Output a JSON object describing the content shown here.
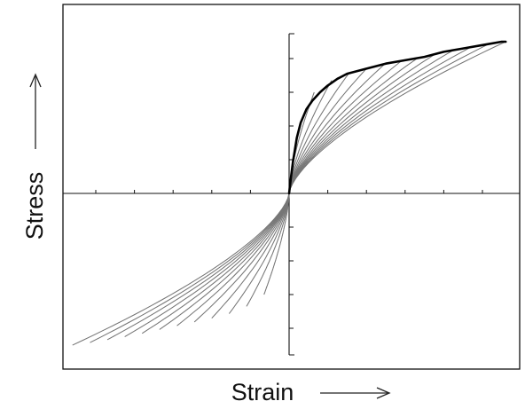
{
  "chart_data": {
    "type": "line",
    "title": "",
    "xlabel": "Strain",
    "ylabel": "Stress",
    "xlim": [
      -1.2,
      1.2
    ],
    "ylim": [
      -1.0,
      1.0
    ],
    "grid": false,
    "legend": "none",
    "x_ticks": [
      -1.0,
      -0.8,
      -0.6,
      -0.4,
      -0.2,
      0.2,
      0.4,
      0.6,
      0.8,
      1.0
    ],
    "y_ticks": [
      -0.8,
      -0.6,
      -0.4,
      -0.2,
      0.2,
      0.4,
      0.6,
      0.8
    ],
    "initial_loading_curve": {
      "x": [
        0.0,
        0.01,
        0.02,
        0.04,
        0.06,
        0.09,
        0.12,
        0.16,
        0.2,
        0.25,
        0.3,
        0.4,
        0.5,
        0.6,
        0.7,
        0.8,
        0.9,
        1.0,
        1.1,
        1.12
      ],
      "y": [
        0.0,
        0.1,
        0.19,
        0.33,
        0.42,
        0.5,
        0.55,
        0.6,
        0.64,
        0.68,
        0.71,
        0.74,
        0.77,
        0.79,
        0.81,
        0.84,
        0.86,
        0.88,
        0.9,
        0.9
      ]
    },
    "loop_tips": {
      "upper_x": [
        1.12,
        1.03,
        0.94,
        0.85,
        0.76,
        0.67,
        0.58,
        0.49,
        0.4,
        0.31,
        0.22,
        0.13
      ],
      "lower_x": [
        -1.12,
        -1.03,
        -0.94,
        -0.85,
        -0.76,
        -0.67,
        -0.58,
        -0.49,
        -0.4,
        -0.31,
        -0.22,
        -0.13
      ]
    },
    "envelope_stress": {
      "x": [
        -1.12,
        -1.0,
        -0.8,
        -0.6,
        -0.4,
        -0.3,
        -0.2,
        -0.13,
        0.13,
        0.2,
        0.3,
        0.4,
        0.6,
        0.8,
        1.0,
        1.12
      ],
      "y": [
        -0.9,
        -0.88,
        -0.84,
        -0.79,
        -0.74,
        -0.71,
        -0.66,
        -0.6,
        0.6,
        0.66,
        0.71,
        0.74,
        0.79,
        0.84,
        0.88,
        0.9
      ]
    },
    "s_shape_exponent": 1.5,
    "line_color": "#777777",
    "highlight_color": "#000000"
  }
}
